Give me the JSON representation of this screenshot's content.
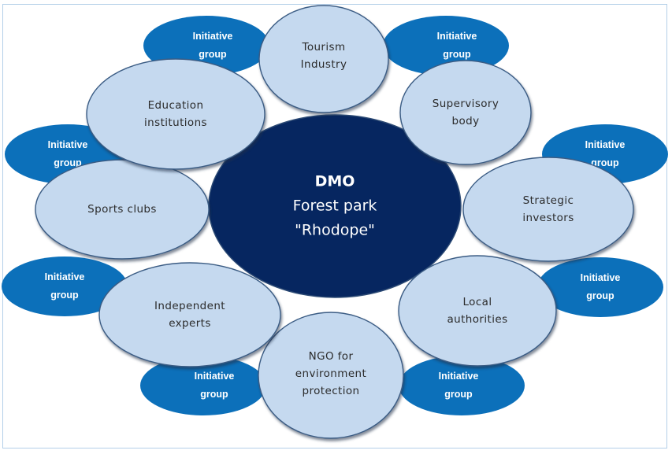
{
  "diagram": {
    "type": "stakeholder-circle",
    "colors": {
      "center_fill": "#062660",
      "node_fill": "#c5d9ef",
      "node_stroke": "#3b5c84",
      "initiative_fill": "#0c70ba",
      "frame_border": "#b4cfe8"
    },
    "center": {
      "lines": [
        "DMO",
        "Forest park",
        "\"Rhodope\""
      ]
    },
    "initiative_groups": [
      {
        "id": "ig-top-left",
        "lines": [
          "Initiative",
          "group"
        ]
      },
      {
        "id": "ig-top-right",
        "lines": [
          "Initiative",
          "group"
        ]
      },
      {
        "id": "ig-right-upper",
        "lines": [
          "Initiative",
          "group"
        ]
      },
      {
        "id": "ig-right-lower",
        "lines": [
          "Initiative",
          "group"
        ]
      },
      {
        "id": "ig-bottom-right",
        "lines": [
          "Initiative",
          "group"
        ]
      },
      {
        "id": "ig-bottom-left",
        "lines": [
          "Initiative",
          "group"
        ]
      },
      {
        "id": "ig-left-lower",
        "lines": [
          "Initiative",
          "group"
        ]
      },
      {
        "id": "ig-left-upper",
        "lines": [
          "Initiative",
          "group"
        ]
      }
    ],
    "stakeholders": [
      {
        "id": "tourism-industry",
        "lines": [
          "Tourism",
          "Industry"
        ]
      },
      {
        "id": "supervisory-body",
        "lines": [
          "Supervisory",
          "body"
        ]
      },
      {
        "id": "strategic-investors",
        "lines": [
          "Strategic",
          "investors"
        ]
      },
      {
        "id": "local-authorities",
        "lines": [
          "Local",
          "authorities"
        ]
      },
      {
        "id": "ngo-environment-protection",
        "lines": [
          "NGO for",
          "environment",
          "protection"
        ]
      },
      {
        "id": "independent-experts",
        "lines": [
          "Independent",
          "experts"
        ]
      },
      {
        "id": "sports-clubs",
        "lines": [
          "Sports clubs"
        ]
      },
      {
        "id": "education-institutions",
        "lines": [
          "Education",
          "institutions"
        ]
      }
    ]
  }
}
